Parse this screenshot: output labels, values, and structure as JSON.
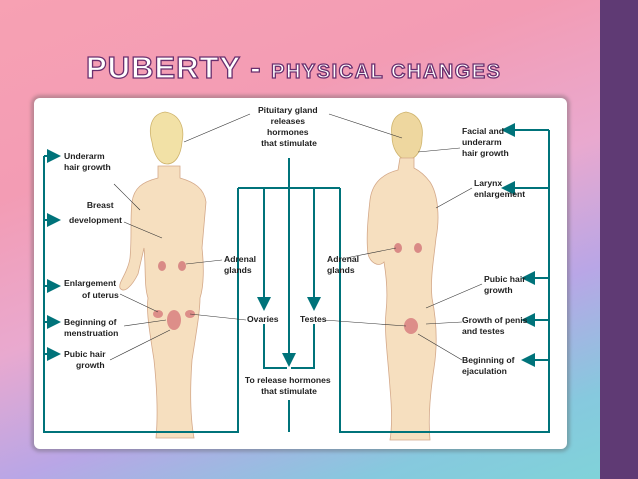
{
  "slide": {
    "title_main": "PUBERTY",
    "title_sep": " - ",
    "title_sub": "PHYSICAL CHANGES"
  },
  "colors": {
    "arrow": "#00737a",
    "skin": "#f6dfbf",
    "sidebar": "#5f3a74"
  },
  "diagram": {
    "pituitary": [
      "Pituitary gland",
      "releases",
      "hormones",
      "that stimulate"
    ],
    "female": {
      "underarm": [
        "Underarm",
        "hair growth"
      ],
      "breast": [
        "Breast",
        "development"
      ],
      "uterus": [
        "Enlargement",
        "of uterus"
      ],
      "menstruation": [
        "Beginning of",
        "menstruation"
      ],
      "pubic": [
        "Pubic hair",
        "growth"
      ]
    },
    "male": {
      "facial": [
        "Facial and",
        "underarm",
        "hair growth"
      ],
      "larynx": [
        "Larynx",
        "enlargement"
      ],
      "pubic": [
        "Pubic hair",
        "growth"
      ],
      "penis": [
        "Growth of penis",
        "and testes"
      ],
      "ejaculation": [
        "Beginning of",
        "ejaculation"
      ]
    },
    "adrenal_left": [
      "Adrenal",
      "glands"
    ],
    "adrenal_right": [
      "Adrenal",
      "glands"
    ],
    "ovaries": "Ovaries",
    "testes": "Testes",
    "release": [
      "To release hormones",
      "that stimulate"
    ]
  }
}
